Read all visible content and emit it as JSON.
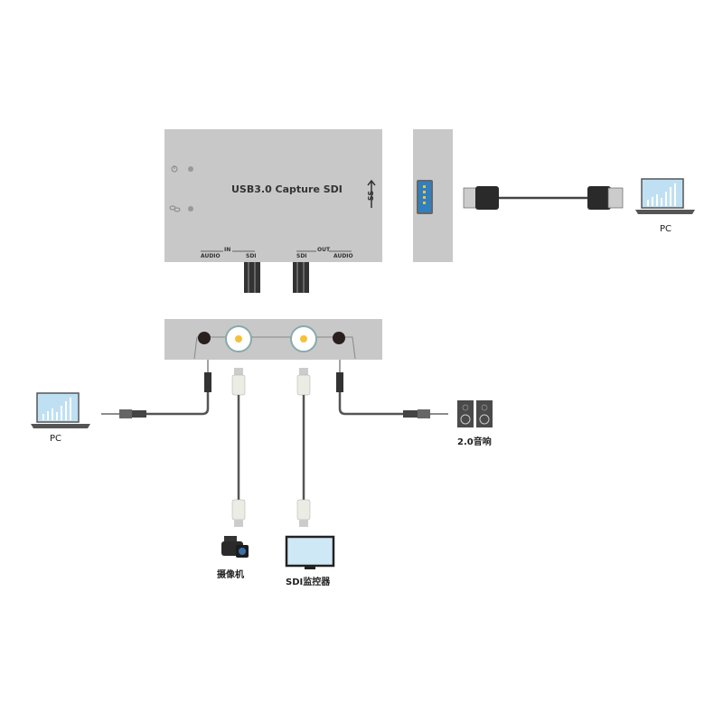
{
  "device": {
    "title": "USB3.0 Capture SDI",
    "in_label": "IN",
    "out_label": "OUT",
    "in_audio": "AUDIO",
    "in_sdi": "SDI",
    "out_sdi": "SDI",
    "out_audio": "AUDIO",
    "usb_logo": "SS"
  },
  "devices": {
    "pc_top": "PC",
    "pc_left": "PC",
    "speakers": "2.0音响",
    "camera": "摄像机",
    "monitor": "SDI监控器"
  },
  "colors": {
    "body": "#c8c8c8",
    "usb_port": "#2f7fc1",
    "bnc_center": "#f3c23a",
    "cable": "#555555"
  }
}
